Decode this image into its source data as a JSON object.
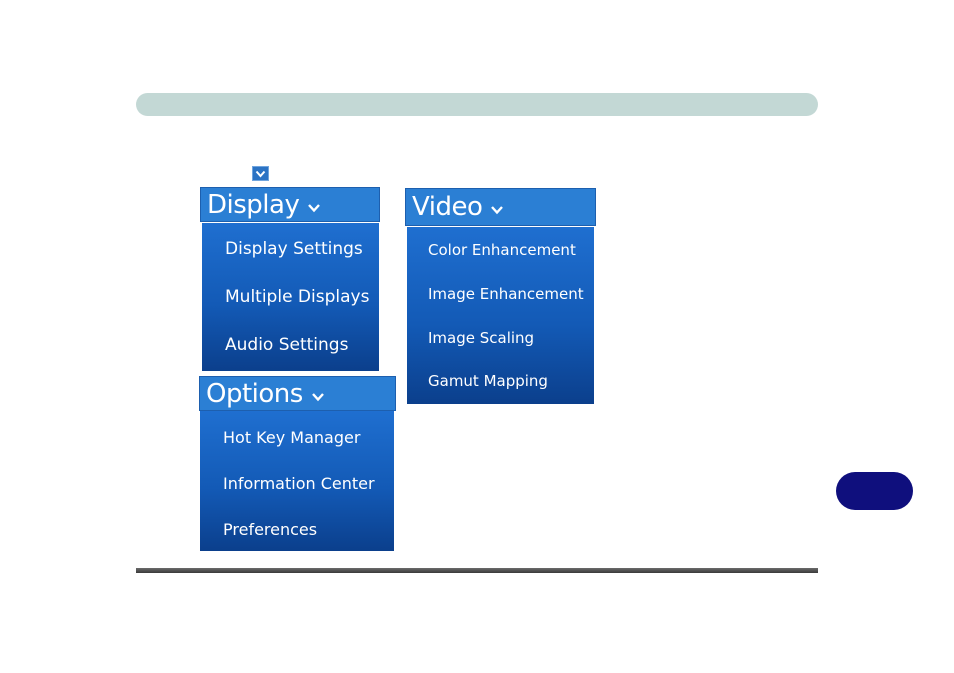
{
  "colors": {
    "header_bar": "#c3d8d5",
    "menu_header": "#2b7fd4",
    "menu_panel_top": "#1f6fd0",
    "menu_panel_bottom": "#0b3f8c",
    "side_tab": "#0f0f7d",
    "rule": "#4a4a4a"
  },
  "icons": {
    "small_dropdown": "chevron-down-icon",
    "menu_chevron": "chevron-down-icon"
  },
  "display_menu": {
    "title": "Display",
    "items": [
      {
        "label": "Display Settings"
      },
      {
        "label": "Multiple Displays"
      },
      {
        "label": "Audio Settings"
      }
    ]
  },
  "video_menu": {
    "title": "Video",
    "items": [
      {
        "label": "Color Enhancement"
      },
      {
        "label": "Image Enhancement"
      },
      {
        "label": "Image Scaling"
      },
      {
        "label": "Gamut Mapping"
      }
    ]
  },
  "options_menu": {
    "title": "Options",
    "items": [
      {
        "label": "Hot Key Manager"
      },
      {
        "label": "Information Center"
      },
      {
        "label": "Preferences"
      }
    ]
  }
}
